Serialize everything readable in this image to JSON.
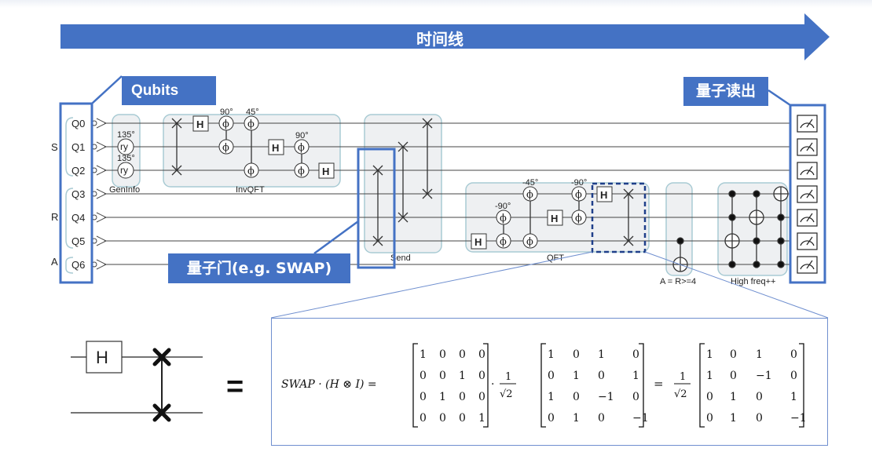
{
  "timeline": {
    "label": "时间线"
  },
  "callouts": {
    "qubits": "Qubits",
    "readout": "量子读出",
    "gate": "量子门(e.g. SWAP)"
  },
  "registers": [
    "S",
    "R",
    "A"
  ],
  "qubits": [
    "Q0",
    "Q1",
    "Q2",
    "Q3",
    "Q4",
    "Q5",
    "Q6"
  ],
  "blocks": {
    "geninfo": "GenInfo",
    "invqft": "InvQFT",
    "send": "Send",
    "qft": "QFT",
    "compare": "A = R>=4",
    "highfreq": "High freq++"
  },
  "gates": {
    "ry": "ry",
    "h": "H",
    "phi": "ϕ",
    "angles": {
      "q1_ry": "135°",
      "q2_ry": "135°",
      "inv_90_a": "90°",
      "inv_45": "45°",
      "inv_90_b": "90°",
      "qft_m45": "-45°",
      "qft_m90_a": "-90°",
      "qft_m90_b": "-90°"
    }
  },
  "equivalence": {
    "h_label": "H",
    "equals": "="
  },
  "equation": {
    "lhs": "SWAP · (H ⊗ I) =",
    "swap_matrix": [
      [
        "1",
        "0",
        "0",
        "0"
      ],
      [
        "0",
        "0",
        "1",
        "0"
      ],
      [
        "0",
        "1",
        "0",
        "0"
      ],
      [
        "0",
        "0",
        "0",
        "1"
      ]
    ],
    "dot": "·",
    "frac_num": "1",
    "frac_den": "√2",
    "had_matrix": [
      [
        "1",
        "0",
        "1",
        "0"
      ],
      [
        "0",
        "1",
        "0",
        "1"
      ],
      [
        "1",
        "0",
        "−1",
        "0"
      ],
      [
        "0",
        "1",
        "0",
        "−1"
      ]
    ],
    "equals": "=",
    "res_matrix": [
      [
        "1",
        "0",
        "1",
        "0"
      ],
      [
        "1",
        "0",
        "−1",
        "0"
      ],
      [
        "0",
        "1",
        "0",
        "1"
      ],
      [
        "0",
        "1",
        "0",
        "−1"
      ]
    ]
  },
  "colors": {
    "accent": "#4472c4",
    "block_fill": "#eef0f2",
    "block_border": "#a9cbd4",
    "wire": "#444444"
  }
}
